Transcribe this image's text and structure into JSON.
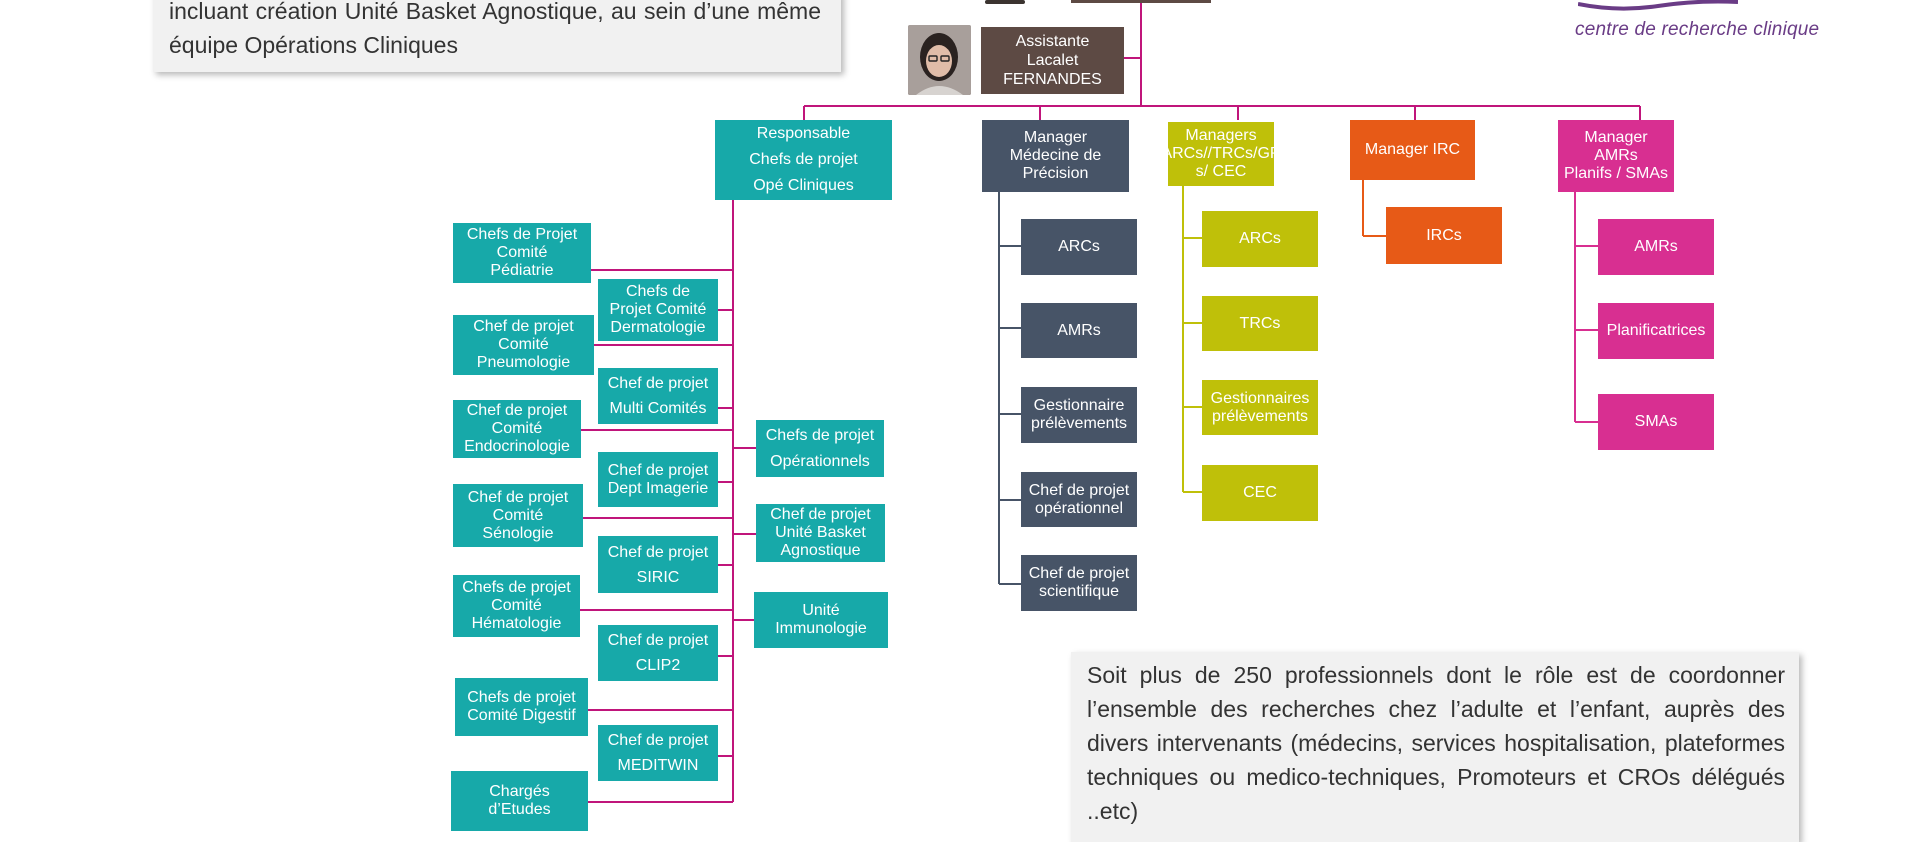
{
  "notes": {
    "top_left": "incluant création Unité Basket Agnostique, au sein d’une même équipe Opérations Cliniques",
    "bottom_right": "Soit plus de 250 professionnels dont le rôle est de coordonner l’ensemble des recherches chez l’adulte et l’enfant, auprès des divers intervenants (médecins, services hospitalisation, plateformes techniques ou medico-techniques, Promoteurs et CROs délégués ..etc)"
  },
  "logo": {
    "text": "centre  de recherche clinique"
  },
  "assistant": {
    "label": "Assistante\nLacalet\nFERNANDES"
  },
  "managers": {
    "ops": "Responsable\nChefs de projet\nOpé Cliniques",
    "precision": "Manager\nMédecine de\nPrécision",
    "arcs": "Managers\nARCs//TRCs/GP\ns/ CEC",
    "irc": "Manager IRC",
    "amrs": "Manager AMRs\nPlanifs / SMAs"
  },
  "ops_left": [
    "Chefs de Projet\nComité\nPédiatrie",
    "Chef de projet\nComité\nPneumologie",
    "Chef de projet\nComité\nEndocrinologie",
    "Chef de projet\nComité\nSénologie",
    "Chefs de projet\nComité\nHématologie",
    "Chefs de projet\nComité  Digestif",
    "Chargés\nd’Etudes"
  ],
  "ops_mid": [
    "Chefs de\nProjet Comité\nDermatologie",
    "Chef de projet\nMulti Comités",
    "Chef de projet\nDept Imagerie",
    "Chef de projet\nSIRIC",
    "Chef de projet\nCLIP2",
    "Chef de projet\nMEDITWIN"
  ],
  "ops_right": [
    "Chefs de projet\nOpérationnels",
    "Chef de projet\nUnité  Basket\nAgnostique",
    "Unité\nImmunologie"
  ],
  "precision_items": [
    "ARCs",
    "AMRs",
    "Gestionnaire\nprélèvements",
    "Chef de projet\nopérationnel",
    "Chef de projet\nscientifique"
  ],
  "arcs_items": [
    "ARCs",
    "TRCs",
    "Gestionnaires\nprélèvements",
    "CEC"
  ],
  "irc_items": [
    "IRCs"
  ],
  "amrs_items": [
    "AMRs",
    "Planificatrices",
    "SMAs"
  ],
  "colors": {
    "teal": "#17a9a9",
    "navy": "#475467",
    "olive": "#bfc009",
    "orange": "#e75a17",
    "magenta": "#d82f91",
    "brown": "#5d4a44",
    "line": "#c0157b"
  }
}
